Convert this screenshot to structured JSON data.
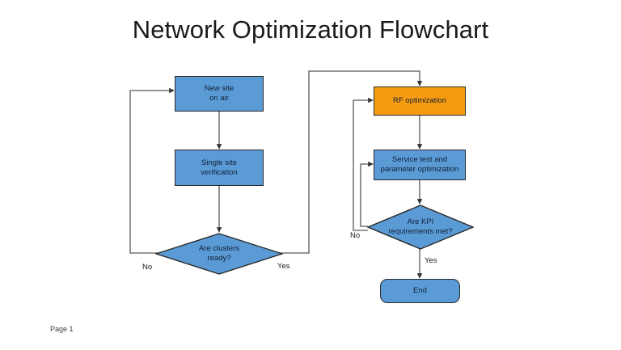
{
  "slide": {
    "title": "Network Optimization Flowchart",
    "footer": "Page 1",
    "background": "#ffffff"
  },
  "colors": {
    "process_fill": "#5b9bd5",
    "accent_fill": "#f79c10",
    "decision_fill": "#5b9bd5",
    "node_stroke": "#2a2a2a",
    "connector_stroke": "#595959",
    "text": "#10203a",
    "title_text": "#1a1a1a"
  },
  "flowchart": {
    "nodes": [
      {
        "id": "new-site-on-air",
        "type": "process",
        "label": "New site\non air",
        "lines": [
          "New site",
          "on air"
        ],
        "fill": "#5b9bd5"
      },
      {
        "id": "single-site-verification",
        "type": "process",
        "label": "Single site\nverification",
        "lines": [
          "Single site",
          "verification"
        ],
        "fill": "#5b9bd5"
      },
      {
        "id": "are-clusters-ready",
        "type": "decision",
        "label": "Are clusters\nready?",
        "lines": [
          "Are clusters",
          "ready?"
        ],
        "fill": "#5b9bd5"
      },
      {
        "id": "rf-optimization",
        "type": "process",
        "label": "RF optimization",
        "lines": [
          "RF optimization"
        ],
        "fill": "#f79c10"
      },
      {
        "id": "service-test-and-parameter-optimization",
        "type": "process",
        "label": "Service test and\nparameter optimization",
        "lines": [
          "Service test and",
          "parameter optimization"
        ],
        "fill": "#5b9bd5"
      },
      {
        "id": "are-kpi-requirements-met",
        "type": "decision",
        "label": "Are KPI\nrequirements met?",
        "lines": [
          "Are KPI",
          "requirements met?"
        ],
        "fill": "#5b9bd5"
      },
      {
        "id": "end",
        "type": "terminator",
        "label": "End",
        "lines": [
          "End"
        ],
        "fill": "#5b9bd5"
      }
    ],
    "edge_labels": {
      "clusters_no": "No",
      "clusters_yes": "Yes",
      "kpi_no": "No",
      "kpi_yes": "Yes"
    }
  }
}
